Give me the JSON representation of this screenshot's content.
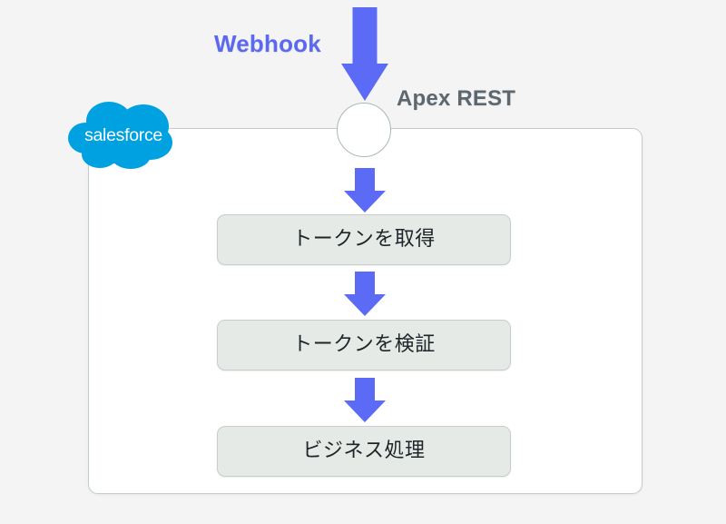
{
  "diagram": {
    "title": "Salesforce Webhook Apex REST flow",
    "background_color": "#f4f4f4",
    "labels": {
      "webhook": "Webhook",
      "apex_rest": "Apex REST"
    },
    "colors": {
      "arrow": "#5b6bf5",
      "webhook_label": "#5b68f0",
      "apex_label": "#5c6770",
      "box_fill": "#e5eae7",
      "box_border": "#c5cecb",
      "container_border": "#c2ccd1",
      "container_fill": "#ffffff",
      "salesforce_cloud": "#00a1e0",
      "node_border": "#a9b7bd"
    },
    "logo": {
      "name": "salesforce",
      "wordmark": "salesforce"
    },
    "entry_node": {
      "name": "apex-rest-endpoint",
      "shape": "circle"
    },
    "steps": [
      {
        "id": "step-1",
        "label": "トークンを取得"
      },
      {
        "id": "step-2",
        "label": "トークンを検証"
      },
      {
        "id": "step-3",
        "label": "ビジネス処理"
      }
    ],
    "arrows": [
      {
        "id": "arrow-webhook",
        "from": "Webhook",
        "to": "Apex REST",
        "direction": "down"
      },
      {
        "id": "arrow-1",
        "from": "Apex REST",
        "to": "トークンを取得",
        "direction": "down"
      },
      {
        "id": "arrow-2",
        "from": "トークンを取得",
        "to": "トークンを検証",
        "direction": "down"
      },
      {
        "id": "arrow-3",
        "from": "トークンを検証",
        "to": "ビジネス処理",
        "direction": "down"
      }
    ]
  }
}
